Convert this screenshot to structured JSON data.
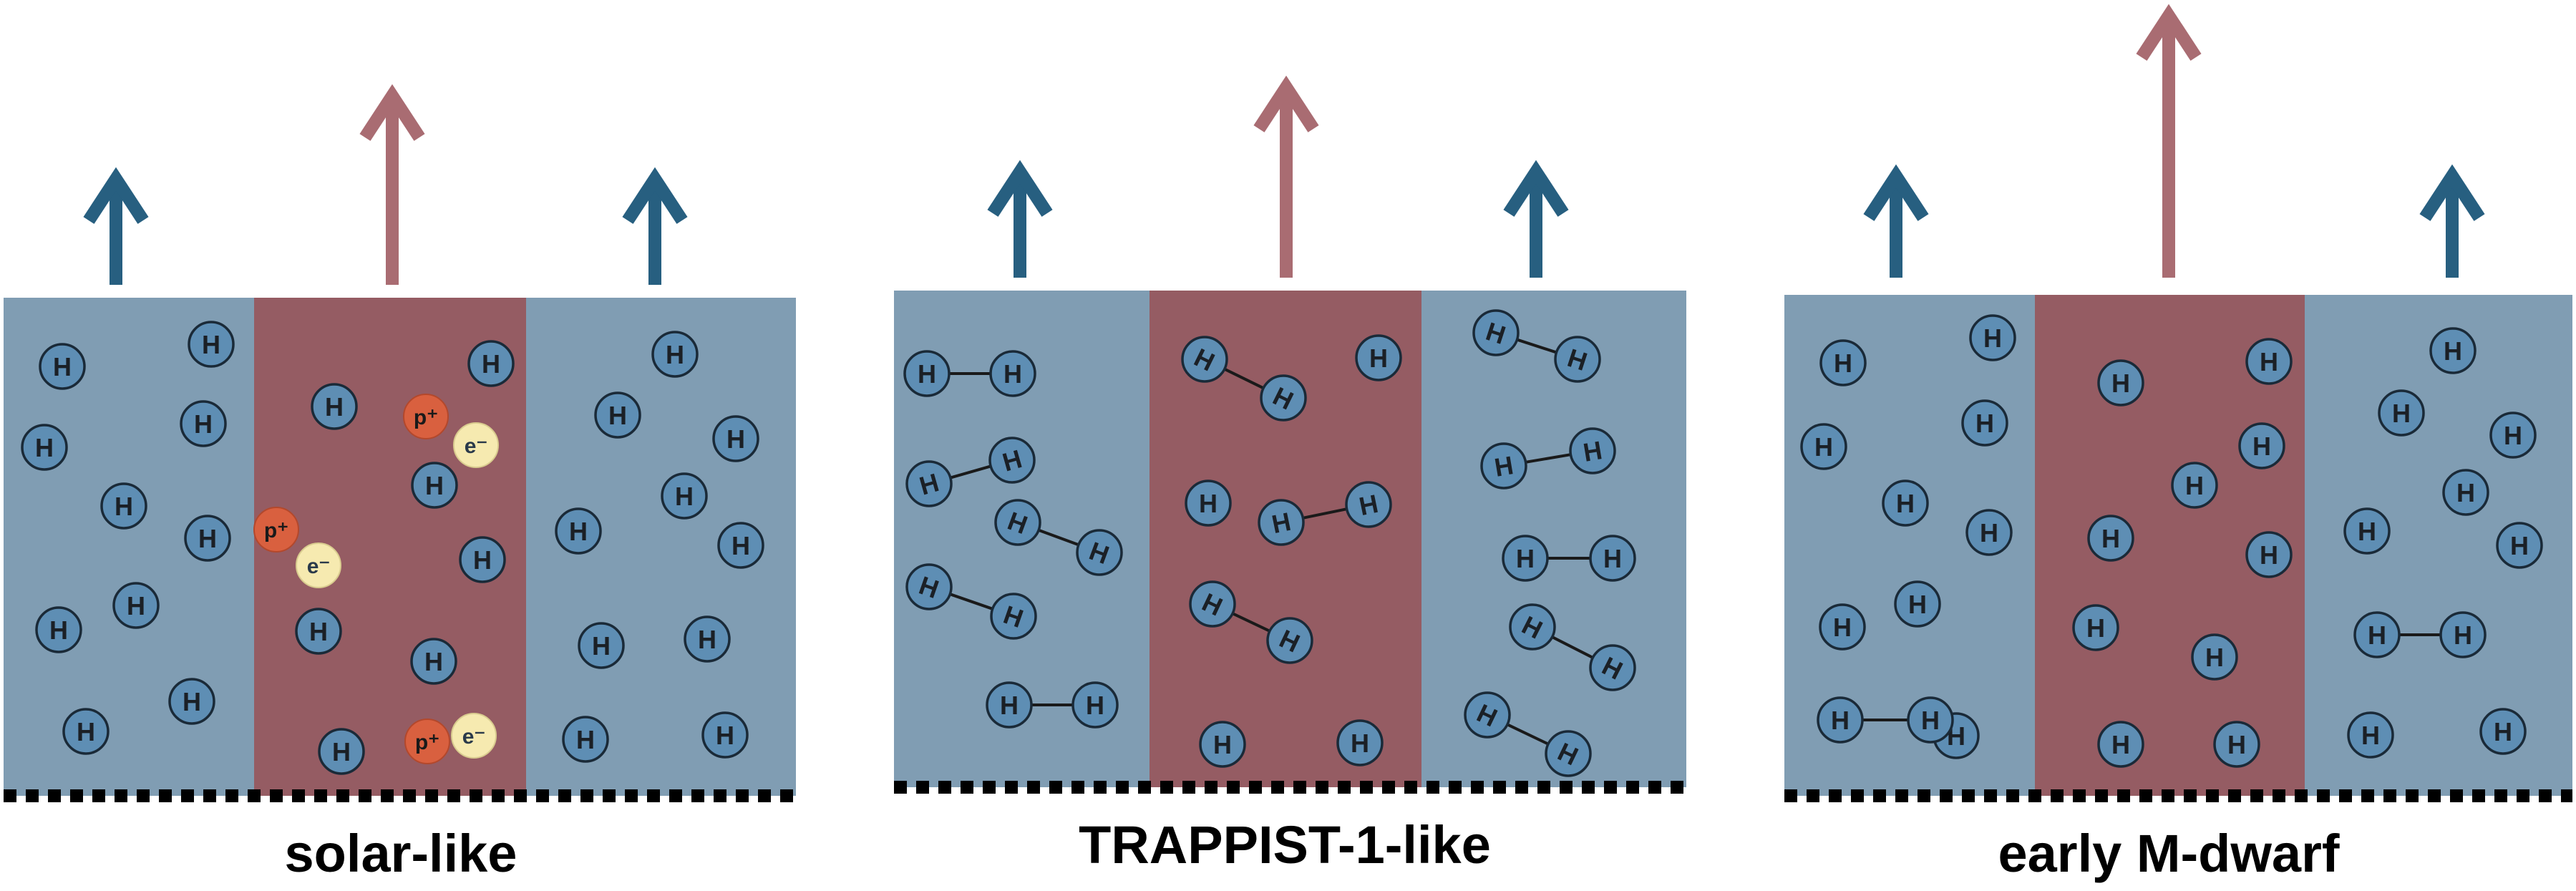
{
  "colors": {
    "neutral_band": "#809db3",
    "ionized_band": "#955c63",
    "atom_fill": "#5e8eb4",
    "atom_stroke": "#1a2a38",
    "proton_fill": "#d9603f",
    "electron_fill": "#f6eab0",
    "escape_arrow_neutral": "#275f80",
    "escape_arrow_ionized": "#a96c72",
    "ground_line": "#000000"
  },
  "particle_labels": {
    "hydrogen": "H",
    "proton": "p⁺",
    "electron": "e⁻"
  },
  "panels": [
    {
      "id": "solar",
      "label": "solar-like",
      "escape_arrows": [
        "neutral",
        "ionized-short",
        "neutral"
      ]
    },
    {
      "id": "trappist",
      "label": "TRAPPIST-1-like",
      "escape_arrows": [
        "neutral",
        "ionized-short",
        "neutral"
      ]
    },
    {
      "id": "mdwarf",
      "label": "early M-dwarf",
      "escape_arrows": [
        "neutral",
        "ionized-tall",
        "neutral"
      ]
    }
  ]
}
